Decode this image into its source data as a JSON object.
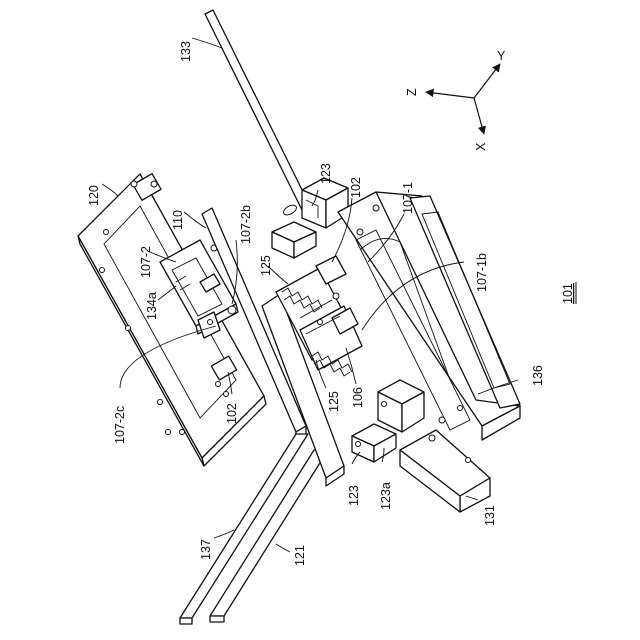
{
  "labels": {
    "l133": "133",
    "l120": "120",
    "l110": "110",
    "l107_2": "107-2",
    "l107_2b": "107-2b",
    "l134a": "134a",
    "l125a": "125",
    "l123a": "123",
    "l102a": "102",
    "l107_1": "107-1",
    "l107_1b": "107-1b",
    "l101": "101",
    "l107_2c": "107-2c",
    "l102b": "102",
    "l125b": "125",
    "l106": "106",
    "l136": "136",
    "l123b": "123",
    "l123a_sub": "123a",
    "l131": "131",
    "l137": "137",
    "l121": "121"
  },
  "axes": {
    "x": "X",
    "y": "Y",
    "z": "Z"
  }
}
